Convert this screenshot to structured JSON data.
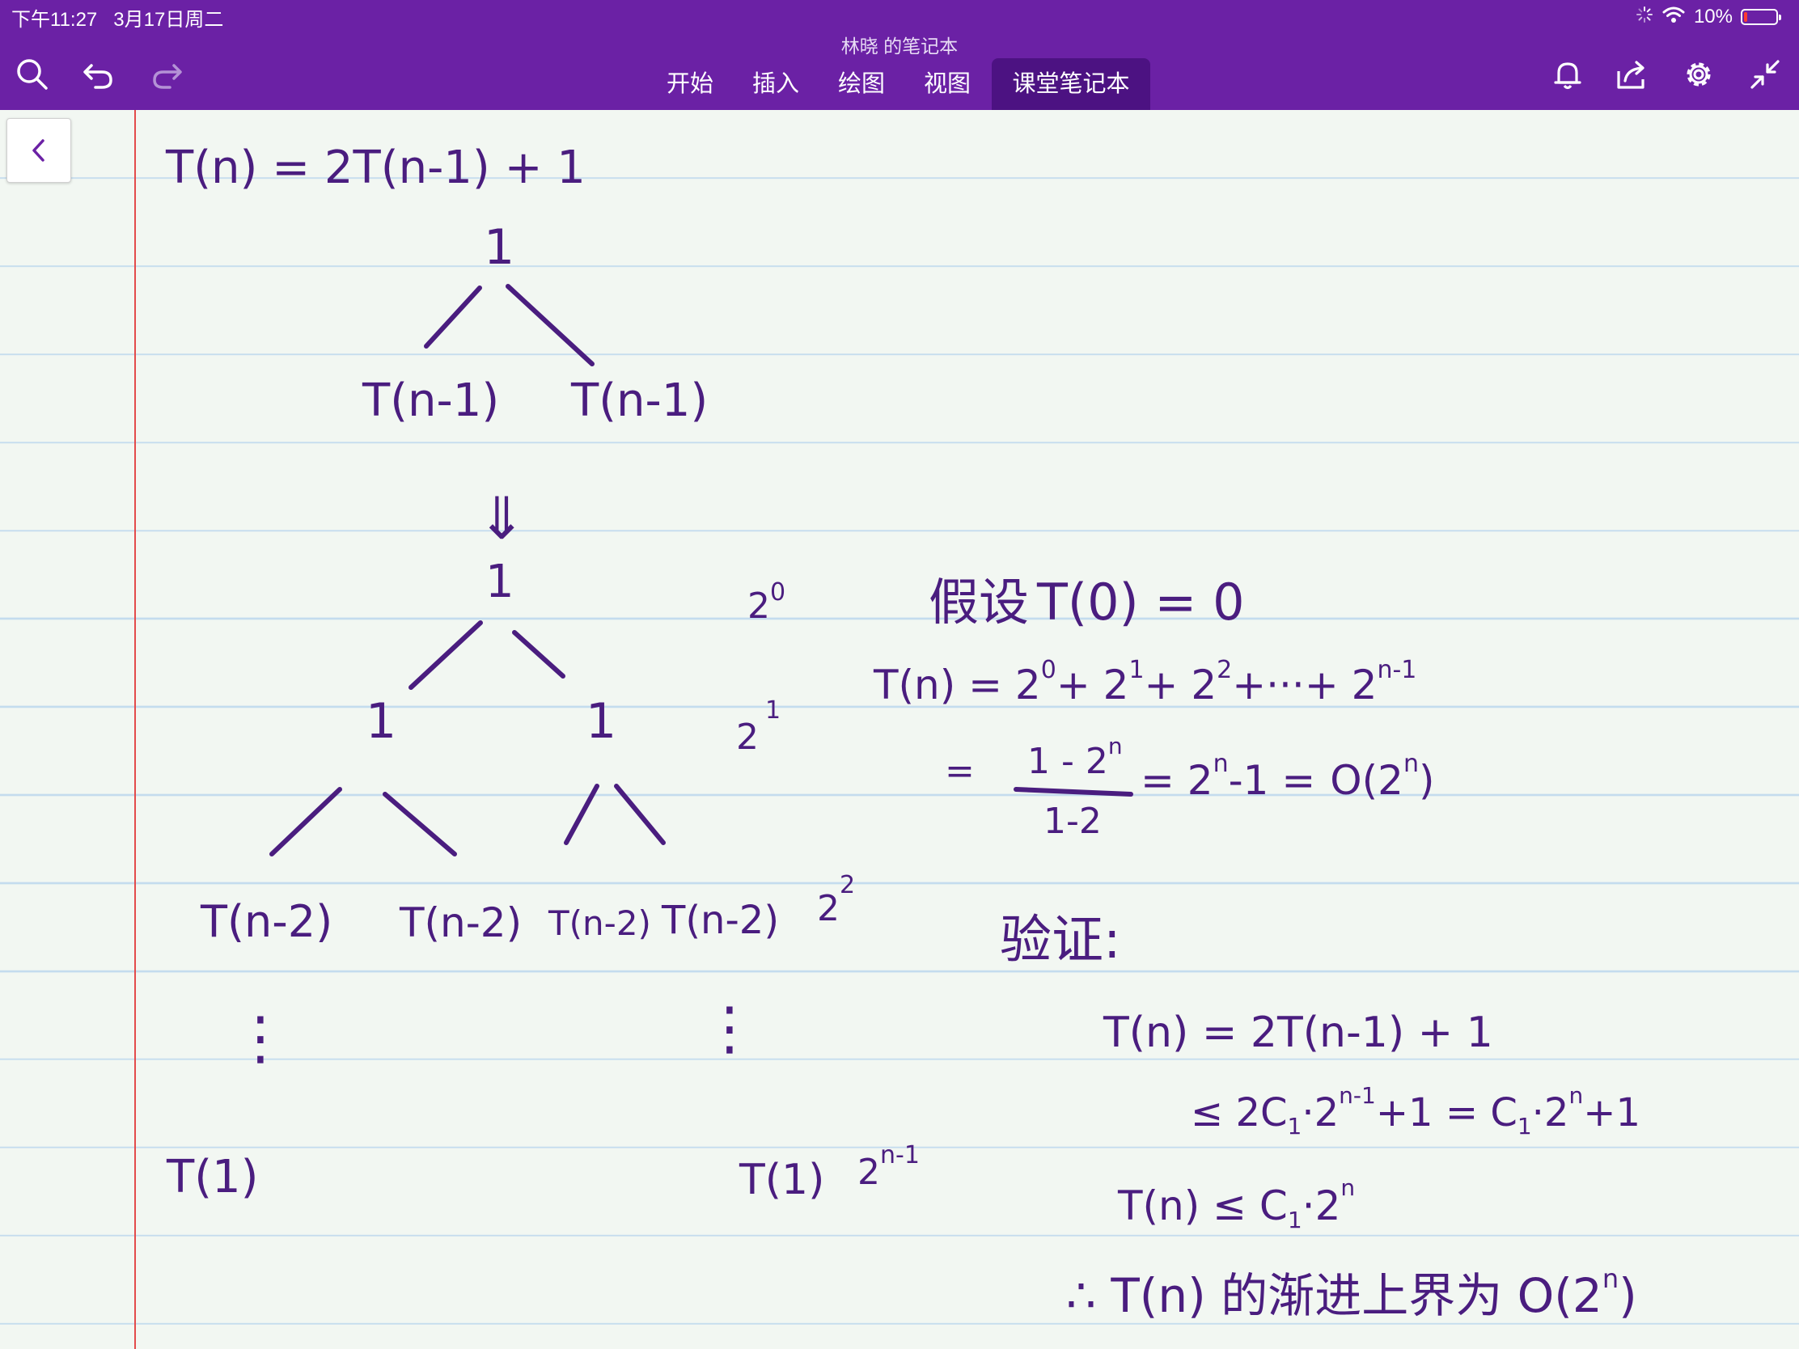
{
  "status_bar": {
    "time": "下午11:27",
    "date": "3月17日周二",
    "battery": "10%",
    "battery_level": 0.1
  },
  "notebook": {
    "title": "林晓 的笔记本"
  },
  "toolbar": {
    "icons": [
      "search-icon",
      "undo-icon",
      "redo-icon",
      "bell-icon",
      "share-icon",
      "gear-icon",
      "collapse-icon"
    ],
    "tabs": [
      {
        "label": "开始"
      },
      {
        "label": "插入"
      },
      {
        "label": "绘图"
      },
      {
        "label": "视图"
      },
      {
        "label": "课堂笔记本",
        "active": true
      }
    ]
  },
  "note": {
    "ink_color": "#4a1d7f",
    "recurrence": "T(n) = 2T(n-1) + 1",
    "tree1": {
      "root": "1",
      "children": [
        "T(n-1)",
        "T(n-1)"
      ]
    },
    "arrow": "⇓",
    "tree2": {
      "root": "1",
      "level1": [
        "1",
        "1"
      ],
      "leaves": [
        "T(n-2)",
        "T(n-2)",
        "T(n-2)",
        "T(n-2)"
      ]
    },
    "level_costs": {
      "l0": "2",
      "e0": "0",
      "l1": "2",
      "e1": "1",
      "l2": "2",
      "e2": "2",
      "ln": "2",
      "en": "n-1"
    },
    "dots": "⋮",
    "bottom_left": "T(1)",
    "bottom_right": "T(1)",
    "assume": {
      "cn": "假设",
      "expr": "T(0) = 0"
    },
    "sum": {
      "lhs": "T(n) = 2",
      "e0": "0",
      "p1": "+ 2",
      "e1": "1",
      "p2": "+ 2",
      "e2": "2",
      "p3": "+···+ 2",
      "en": "n-1"
    },
    "result": {
      "eq": "=",
      "num": "1 - 2",
      "num_exp": "n",
      "den": "1-2",
      "mid": "= 2",
      "mid_exp": "n",
      "mid_tail": "-1 =",
      "big": "O(2",
      "big_exp": "n",
      "close": ")"
    },
    "verify": {
      "title": "验证:",
      "line1": "T(n) = 2T(n-1) + 1",
      "line2a": "≤ 2C",
      "line2a_sub": "1",
      "line2b": "·2",
      "line2b_exp": "n-1",
      "line2c": "+1 = C",
      "line2c_sub": "1",
      "line2d": "·2",
      "line2d_exp": "n",
      "line2e": "+1",
      "line3a": "T(n) ≤ C",
      "line3a_sub": "1",
      "line3b": "·2",
      "line3b_exp": "n",
      "line4a": "∴ T(n) 的渐进上界为 O(2",
      "line4a_exp": "n",
      "line4b": ")"
    }
  }
}
